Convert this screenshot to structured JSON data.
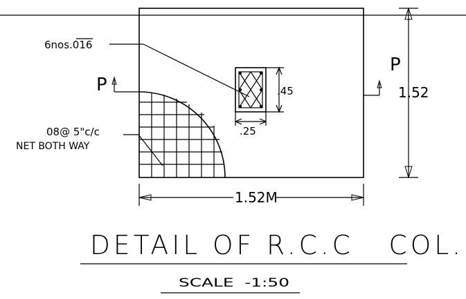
{
  "drawing": {
    "bar_label": "6nos.016",
    "section_mark_left": "P",
    "section_mark_right": "P",
    "height_dim": "1.52",
    "col_depth_dim": ".45",
    "col_width_dim": ".25",
    "mesh_label_line1": "08@ 5\"c/c",
    "mesh_label_line2": "NET BOTH WAY",
    "width_dim": "1.52M",
    "title": "DETAIL OF R.C.C   COL.",
    "scale": "SCALE  -1:50"
  }
}
